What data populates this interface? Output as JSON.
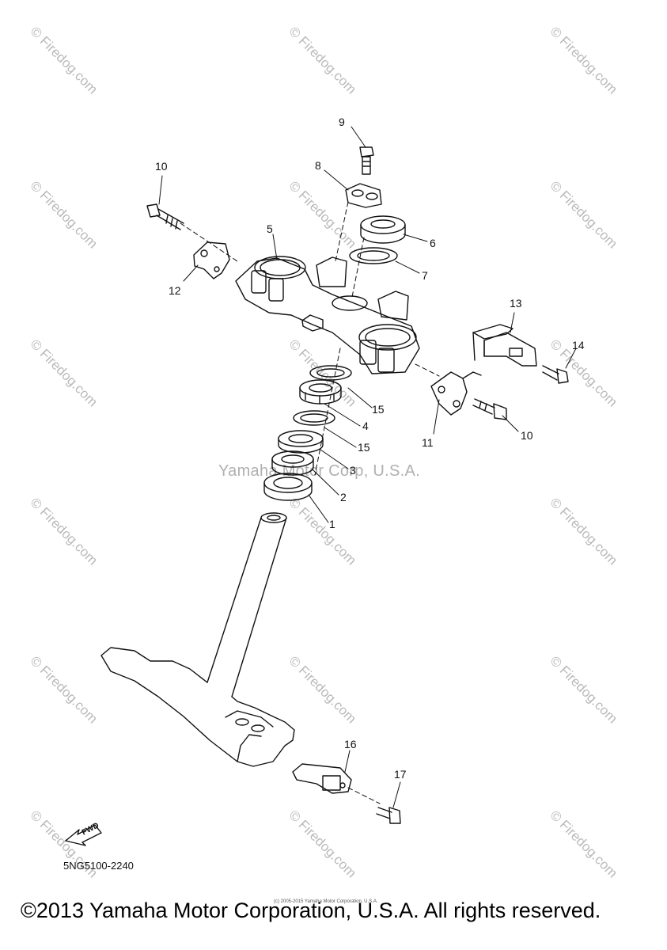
{
  "watermark": {
    "text": "© Firedog.com"
  },
  "center_watermark": "Yamaha Motor Corp, U.S.A.",
  "callouts": [
    {
      "id": "9",
      "label": "9"
    },
    {
      "id": "8",
      "label": "8"
    },
    {
      "id": "10a",
      "label": "10"
    },
    {
      "id": "5",
      "label": "5"
    },
    {
      "id": "6",
      "label": "6"
    },
    {
      "id": "7",
      "label": "7"
    },
    {
      "id": "12",
      "label": "12"
    },
    {
      "id": "13",
      "label": "13"
    },
    {
      "id": "14",
      "label": "14"
    },
    {
      "id": "15a",
      "label": "15"
    },
    {
      "id": "4",
      "label": "4"
    },
    {
      "id": "15b",
      "label": "15"
    },
    {
      "id": "11",
      "label": "11"
    },
    {
      "id": "10b",
      "label": "10"
    },
    {
      "id": "3",
      "label": "3"
    },
    {
      "id": "2",
      "label": "2"
    },
    {
      "id": "1",
      "label": "1"
    },
    {
      "id": "16",
      "label": "16"
    },
    {
      "id": "17",
      "label": "17"
    }
  ],
  "fwd_label": "FWD",
  "diagram_code": "5NG5100-2240",
  "fine_print": "(c) 2005-2015 Yamaha Motor Corporation, U.S.A.",
  "copyright": "©2013 Yamaha Motor Corporation, U.S.A. All rights reserved."
}
